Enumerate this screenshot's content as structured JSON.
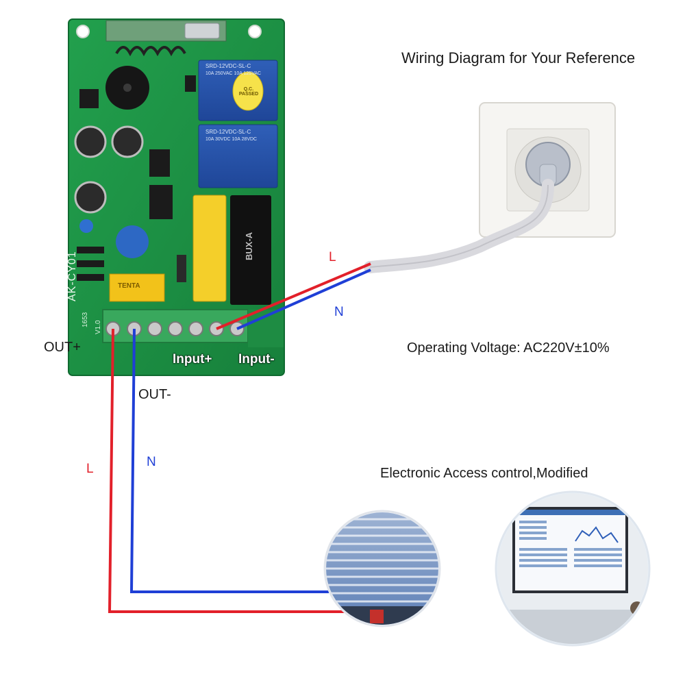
{
  "title": "Wiring Diagram for Your Reference",
  "voltage": "Operating Voltage: AC220V±10%",
  "load_caption": "Electronic Access control,Modified",
  "board": {
    "model": "AK-CY01",
    "code": "1653",
    "version": "V1.0",
    "relay_1": "SRD-12VDC-SL-C",
    "relay_2": "SRD-12VDC-SL-C",
    "relay_rating_1": "10A 250VAC 10A 125VAC",
    "relay_rating_2": "10A 30VDC 10A 28VDC",
    "stamp": "Q.C. PASSED",
    "capacitor_brand": "TENTA",
    "black_cap": "BUX-A"
  },
  "terminals": {
    "out_plus": "OUT+",
    "out_minus": "OUT-",
    "input_plus": "Input+",
    "input_minus": "Input-"
  },
  "wires": {
    "supply_l": "L",
    "supply_n": "N",
    "load_l": "L",
    "load_n": "N"
  },
  "colors": {
    "live": "#e2202a",
    "neutral": "#1f3fd6",
    "pcb": "#1e8c43",
    "cable": "#d9d9de"
  },
  "icons": [
    "wall-socket-icon",
    "roller-shutter-icon",
    "monitor-screen-icon"
  ]
}
